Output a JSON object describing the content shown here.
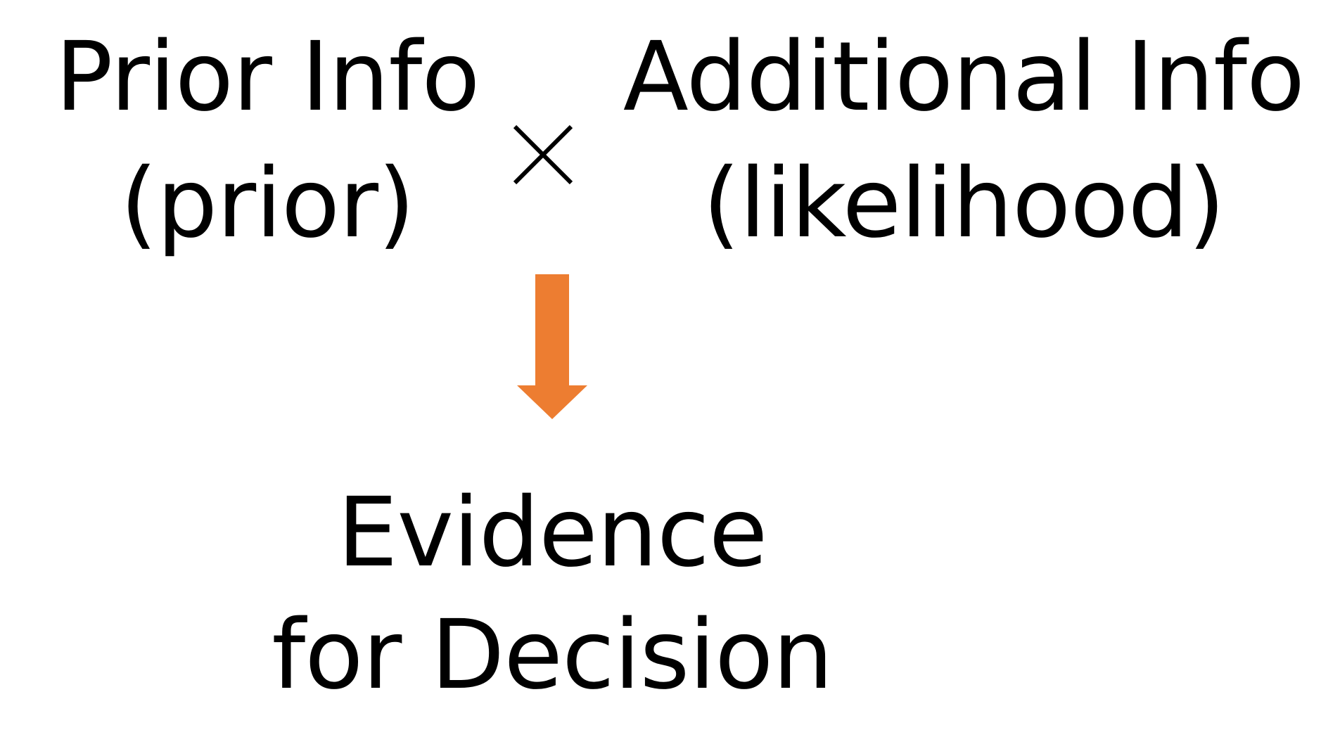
{
  "prior": {
    "line1": "Prior Info",
    "line2": "(prior)"
  },
  "operator": {
    "icon": "multiply-icon",
    "color": "#000000"
  },
  "likelihood": {
    "line1": "Additional Info",
    "line2": "(likelihood)"
  },
  "arrow": {
    "icon": "arrow-down-icon",
    "color": "#ED7D31"
  },
  "result": {
    "line1": "Evidence",
    "line2": "for Decision"
  }
}
